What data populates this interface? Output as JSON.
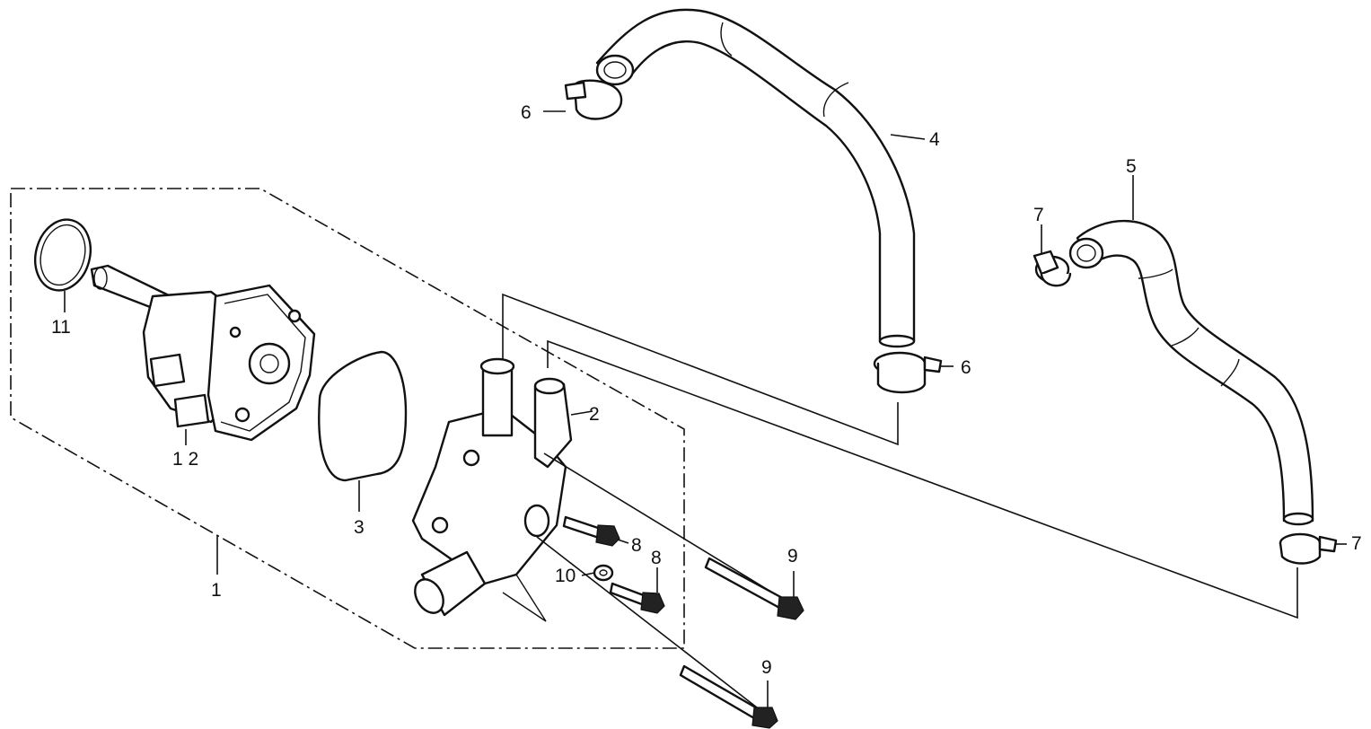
{
  "callouts": [
    {
      "id": "c1",
      "text": "1"
    },
    {
      "id": "c2",
      "text": "2"
    },
    {
      "id": "c3",
      "text": "3"
    },
    {
      "id": "c4",
      "text": "4"
    },
    {
      "id": "c5",
      "text": "5"
    },
    {
      "id": "c6a",
      "text": "6"
    },
    {
      "id": "c6b",
      "text": "6"
    },
    {
      "id": "c7a",
      "text": "7"
    },
    {
      "id": "c7b",
      "text": "7"
    },
    {
      "id": "c8a",
      "text": "8"
    },
    {
      "id": "c8b",
      "text": "8"
    },
    {
      "id": "c9a",
      "text": "9"
    },
    {
      "id": "c9b",
      "text": "9"
    },
    {
      "id": "c10",
      "text": "10"
    },
    {
      "id": "c11",
      "text": "11"
    },
    {
      "id": "c12",
      "text": "1 2"
    }
  ],
  "colors": {
    "line": "#111111",
    "background": "#ffffff"
  }
}
